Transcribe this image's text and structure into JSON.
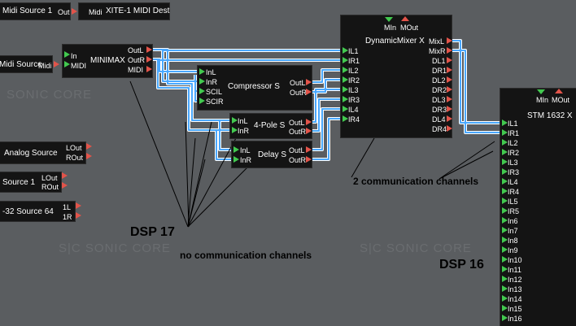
{
  "watermarks": [
    "SONIC CORE",
    "S|C  SONIC CORE",
    "S|C  SONIC CORE"
  ],
  "modules": {
    "midi_source_1": {
      "label": "Midi Source 1",
      "out": "Out"
    },
    "xite_midi_dest": {
      "in": "Midi",
      "label": "XITE-1 MIDI Dest"
    },
    "midi_source": {
      "label": "Midi Source",
      "out": "Midi"
    },
    "minimax": {
      "title": "MINIMAX",
      "inputs": [
        "In",
        "MIDI"
      ],
      "outputs": [
        "OutL",
        "OutR",
        "MIDI"
      ]
    },
    "compressor": {
      "title": "Compressor S",
      "inputs": [
        "InL",
        "InR",
        "SCIL",
        "SCIR"
      ],
      "outputs": [
        "OutL",
        "OutR"
      ]
    },
    "four_pole": {
      "title": "4-Pole S",
      "inputs": [
        "InL",
        "InR"
      ],
      "outputs": [
        "OutL",
        "OutR"
      ]
    },
    "delay": {
      "title": "Delay S",
      "inputs": [
        "InL",
        "InR"
      ],
      "outputs": [
        "OutL",
        "OutR"
      ]
    },
    "dynamic_mixer": {
      "title": "DynamicMixer X",
      "min": "MIn",
      "mout": "MOut",
      "inputs": [
        "IL1",
        "IR1",
        "IL2",
        "IR2",
        "IL3",
        "IR3",
        "IL4",
        "IR4"
      ],
      "outputs": [
        "MixL",
        "MixR",
        "DL1",
        "DR1",
        "DL2",
        "DR2",
        "DL3",
        "DR3",
        "DL4",
        "DR4"
      ]
    },
    "analog_source": {
      "label": "Analog Source",
      "outputs": [
        "LOut",
        "ROut"
      ]
    },
    "source_1": {
      "label": "Source 1",
      "outputs": [
        "LOut",
        "ROut"
      ]
    },
    "source_64": {
      "label": "-32 Source 64",
      "outputs": [
        "1L",
        "1R"
      ]
    },
    "stm_1632": {
      "title": "STM 1632 X",
      "min": "MIn",
      "mout": "MOut",
      "inputs": [
        "IL1",
        "IR1",
        "IL2",
        "IR2",
        "IL3",
        "IR3",
        "IL4",
        "IR4",
        "IL5",
        "IR5",
        "In6",
        "In7",
        "In8",
        "In9",
        "In10",
        "In11",
        "In12",
        "In13",
        "In14",
        "In15",
        "In16"
      ]
    }
  },
  "annotations": {
    "dsp17": "DSP 17",
    "dsp16": "DSP 16",
    "no_comm": "no communication channels",
    "two_comm": "2 communication channels"
  },
  "colors": {
    "wire": "#4aa8ff",
    "wire_outline": "#ffffff",
    "input_port": "#42c94f",
    "output_port": "#e2544a",
    "background": "#5a5d60",
    "module": "#141414"
  }
}
